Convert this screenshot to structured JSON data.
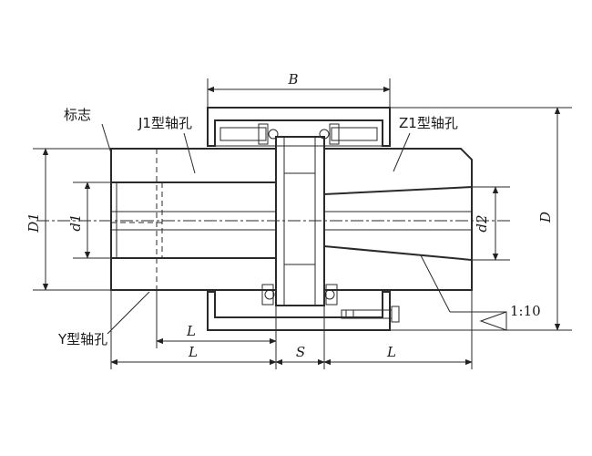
{
  "labels": {
    "mark": "标志",
    "j_bore": "J1型轴孔",
    "z_bore": "Z1型轴孔",
    "y_bore": "Y型轴孔",
    "B": "B",
    "D": "D",
    "D1": "D1",
    "d1": "d1",
    "d2": "d2",
    "L_inner": "L",
    "L_left": "L",
    "S": "S",
    "L_right": "L",
    "taper": "1:10"
  }
}
